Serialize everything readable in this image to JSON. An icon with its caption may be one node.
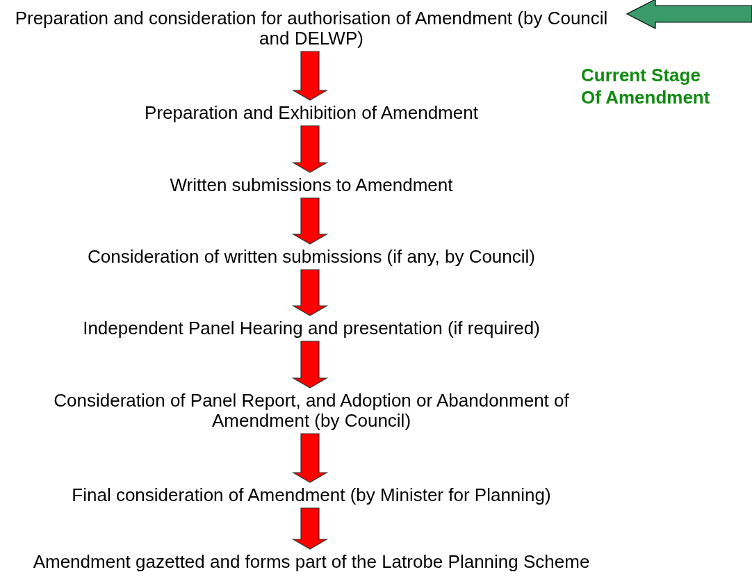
{
  "diagram": {
    "nodes": [
      {
        "text": [
          "Preparation and consideration for authorisation of Amendment (by Council and DELWP)"
        ]
      },
      {
        "text": [
          "Preparation and Exhibition of Amendment"
        ]
      },
      {
        "text": [
          "Written submissions to Amendment"
        ]
      },
      {
        "text": [
          "Consideration of written submissions (if any, by Council)"
        ]
      },
      {
        "text": [
          "Independent Panel Hearing and presentation (if required)"
        ]
      },
      {
        "text": [
          "Consideration of Panel Report, and Adoption or Abandonment of Amendment  (by Council)"
        ]
      },
      {
        "text": [
          "Final consideration of Amendment (by Minister for Planning)"
        ]
      },
      {
        "text": [
          "Amendment gazetted and forms part of the Latrobe Planning Scheme"
        ]
      }
    ],
    "edges": [
      {
        "from": 0,
        "to": 1,
        "arrow": "to"
      },
      {
        "from": 1,
        "to": 2,
        "arrow": "to"
      },
      {
        "from": 2,
        "to": 3,
        "arrow": "to"
      },
      {
        "from": 3,
        "to": 4,
        "arrow": "to"
      },
      {
        "from": 4,
        "to": 5,
        "arrow": "to"
      },
      {
        "from": 5,
        "to": 6,
        "arrow": "to"
      },
      {
        "from": 6,
        "to": 7,
        "arrow": "to"
      },
      {
        "from": null,
        "to": 0,
        "arrow": "to",
        "color": "#3a9a6a"
      }
    ],
    "labels": [
      "Current Stage Of Amendment"
    ]
  }
}
